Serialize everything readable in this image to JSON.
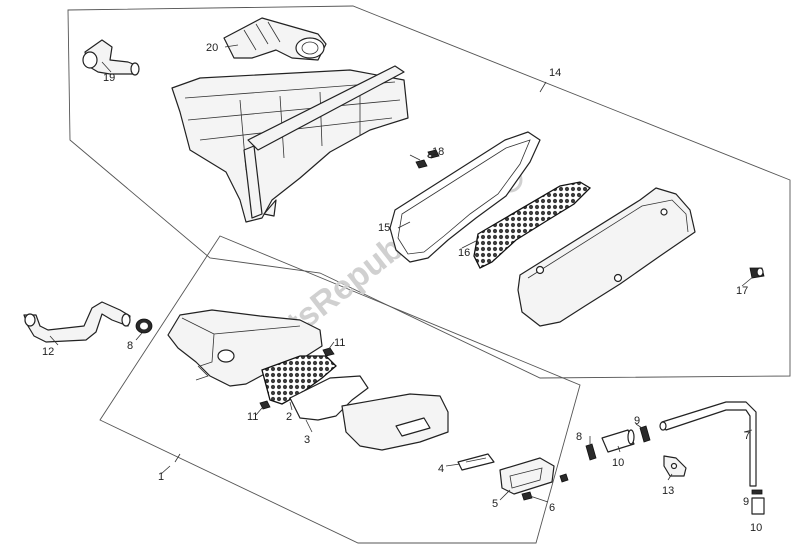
{
  "watermark": "PartsRepublik",
  "callouts": {
    "n1": "1",
    "n2": "2",
    "n3": "3",
    "n4": "4",
    "n5": "5",
    "n6": "6",
    "n7": "7",
    "n8a": "8",
    "n8b": "8",
    "n9a": "9",
    "n9b": "9",
    "n10a": "10",
    "n10b": "10",
    "n11a": "11",
    "n11b": "11",
    "n12": "12",
    "n13": "13",
    "n14": "14",
    "n15": "15",
    "n16": "16",
    "n17": "17",
    "n18": "18",
    "n19": "19",
    "n20": "20"
  }
}
